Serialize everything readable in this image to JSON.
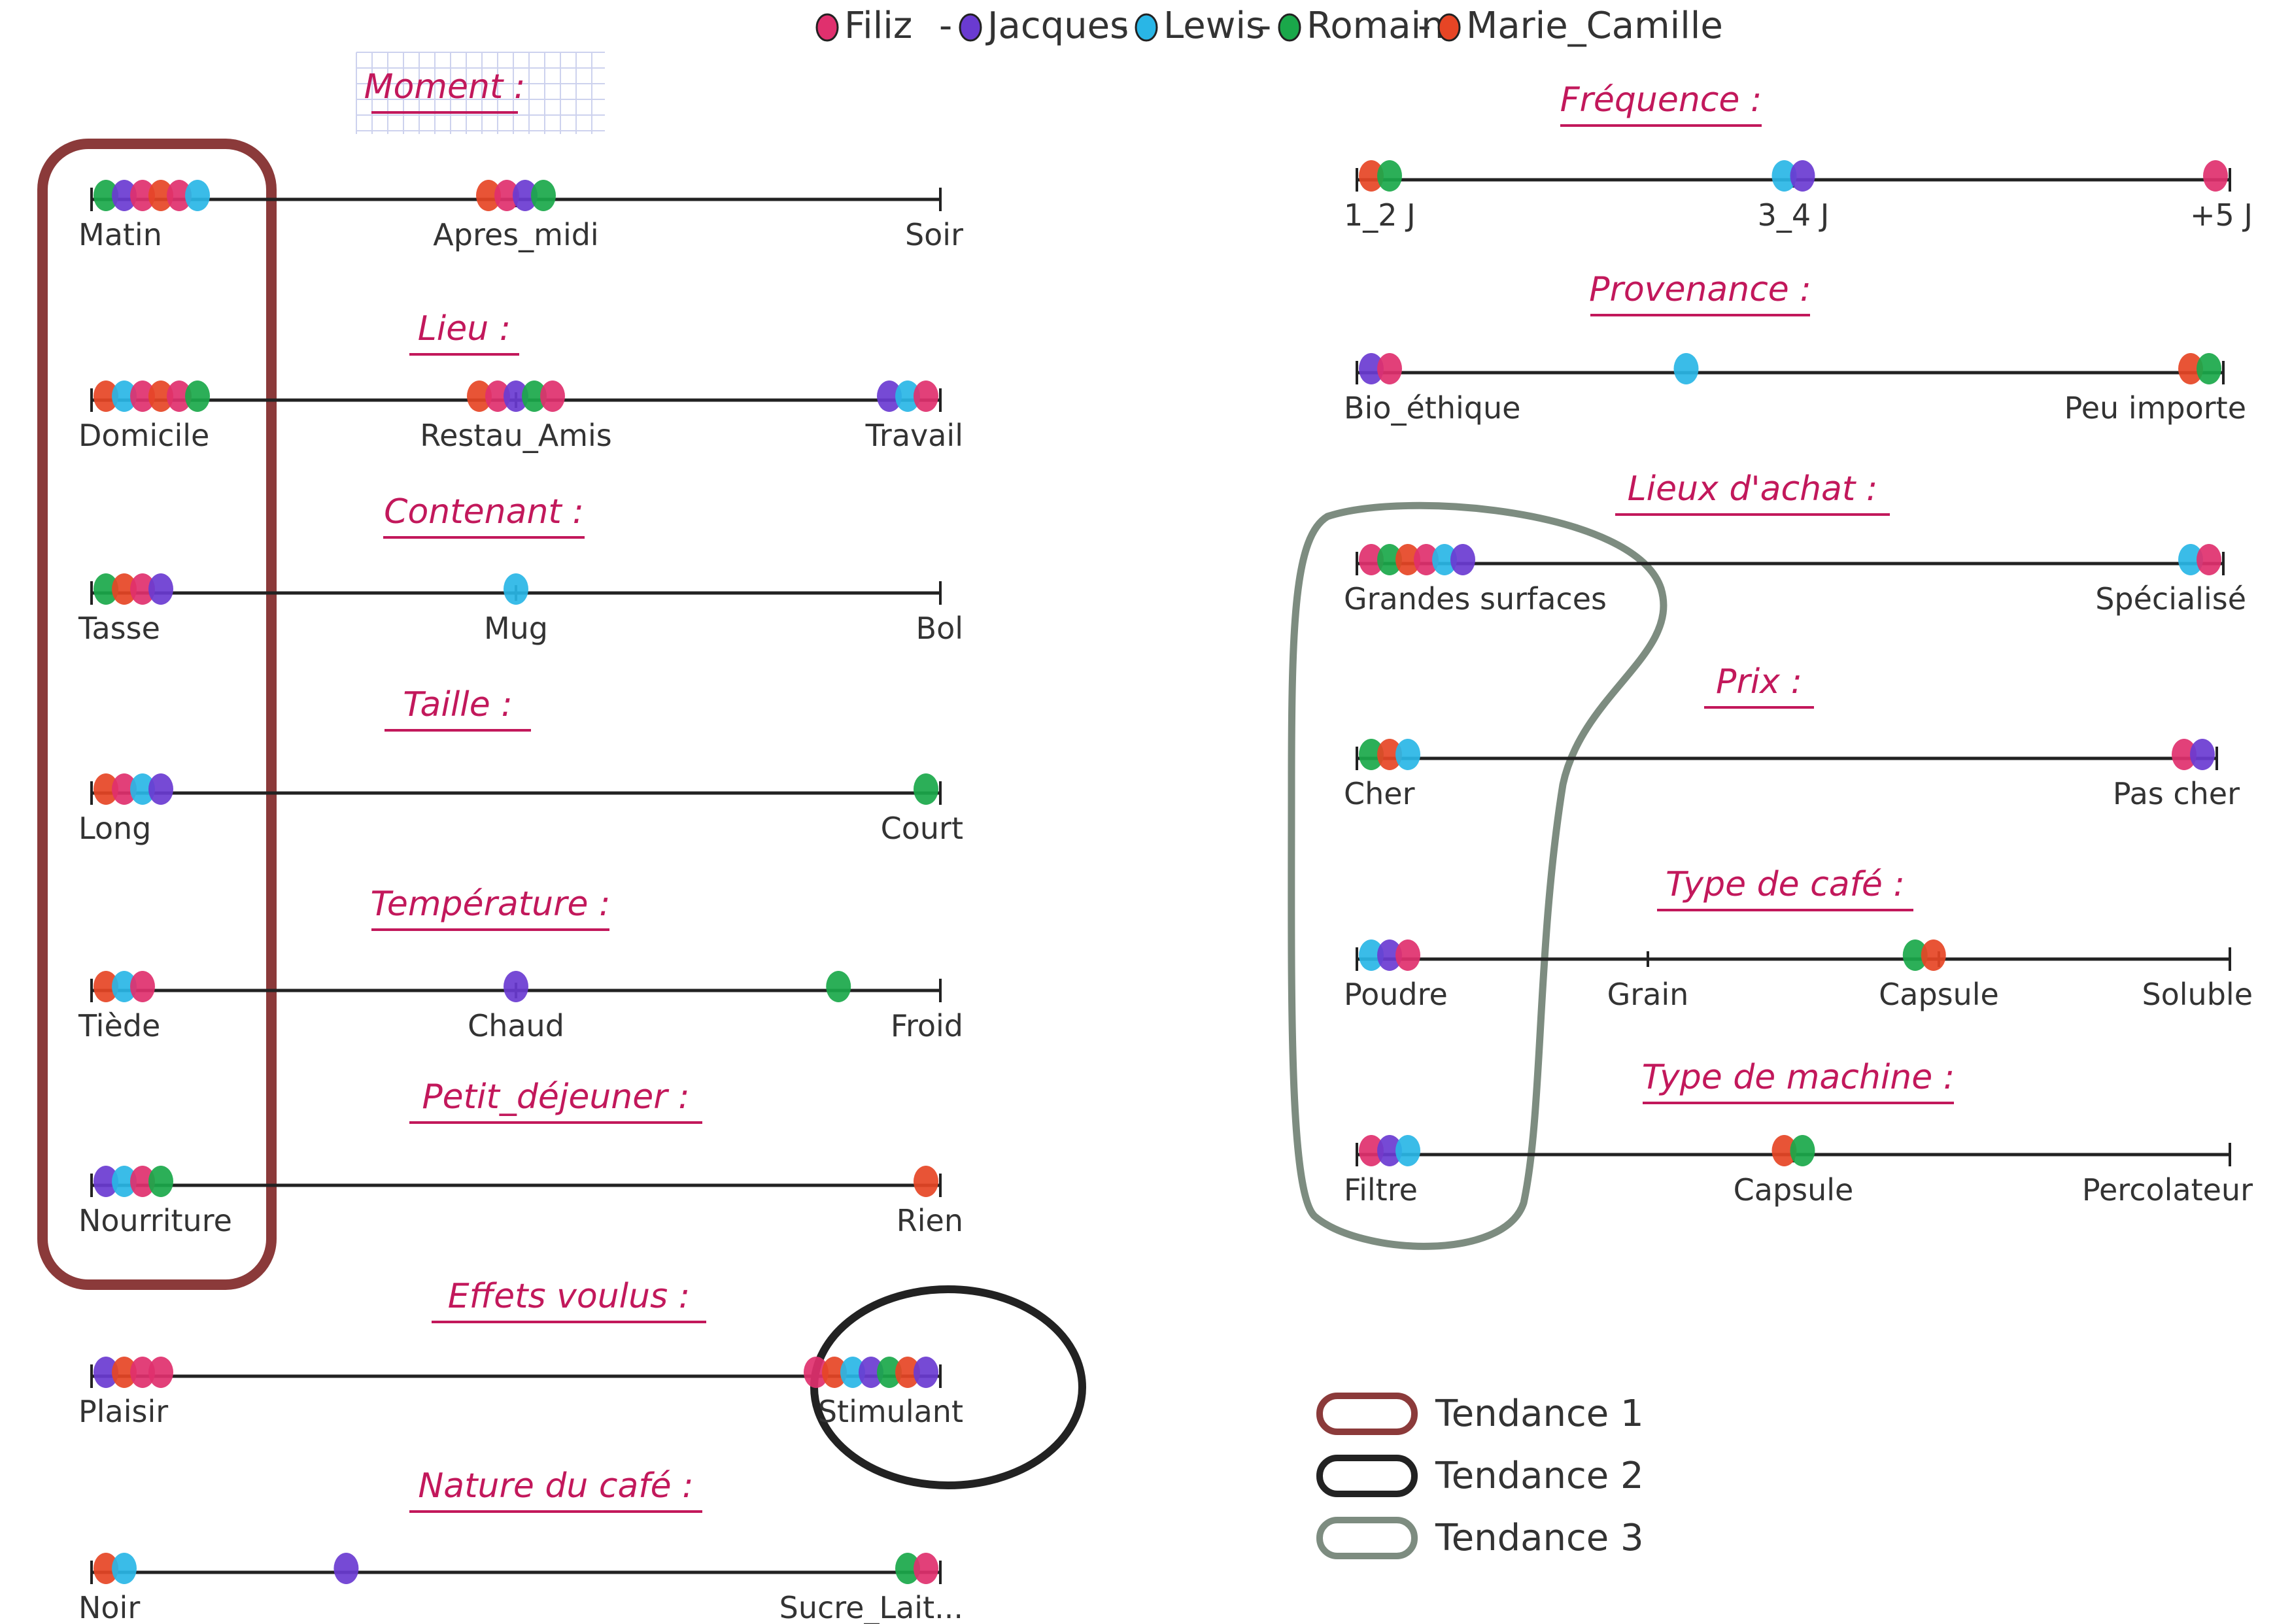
{
  "colors": {
    "Filiz": "#e0306e",
    "Jacques": "#6a3bd1",
    "Lewis": "#29b6e6",
    "Romain": "#1aa84a",
    "Marie-Camille": "#e64525",
    "tendance1": "#8b3a3a",
    "tendance2": "#222222",
    "tendance3": "#7d8c80",
    "header": "#c2185b"
  },
  "legend_people": [
    {
      "key": "Filiz",
      "label": "Filiz"
    },
    {
      "key": "Jacques",
      "label": "Jacques"
    },
    {
      "key": "Lewis",
      "label": "Lewis"
    },
    {
      "key": "Romain",
      "label": "Romain"
    },
    {
      "key": "Marie-Camille",
      "label": "Marie_Camille"
    }
  ],
  "legend_people_separators": [
    "-",
    "-",
    "-",
    "-"
  ],
  "tendances": [
    {
      "label": "Tendance 1",
      "color_key": "tendance1"
    },
    {
      "label": "Tendance 2",
      "color_key": "tendance2"
    },
    {
      "label": "Tendance 3",
      "color_key": "tendance3"
    }
  ],
  "scales": [
    {
      "title": "Moment :",
      "labels": [
        "Matin",
        "Apres_midi",
        "Soir"
      ],
      "dot_groups": [
        {
          "position": 0,
          "people": [
            "Romain",
            "Jacques",
            "Filiz",
            "Marie-Camille",
            "Filiz",
            "Lewis"
          ]
        },
        {
          "position": 0.5,
          "people": [
            "Marie-Camille",
            "Filiz",
            "Jacques",
            "Romain"
          ]
        }
      ]
    },
    {
      "title": "Lieu :",
      "labels": [
        "Domicile",
        "Restau_Amis",
        "Travail"
      ],
      "dot_groups": [
        {
          "position": 0,
          "people": [
            "Marie-Camille",
            "Lewis",
            "Filiz",
            "Marie-Camille",
            "Filiz",
            "Romain"
          ]
        },
        {
          "position": 0.5,
          "people": [
            "Marie-Camille",
            "Filiz",
            "Jacques",
            "Romain",
            "Filiz"
          ]
        },
        {
          "position": 1,
          "people": [
            "Jacques",
            "Lewis",
            "Filiz"
          ]
        }
      ]
    },
    {
      "title": "Contenant :",
      "labels": [
        "Tasse",
        "Mug",
        "Bol"
      ],
      "dot_groups": [
        {
          "position": 0,
          "people": [
            "Romain",
            "Marie-Camille",
            "Filiz",
            "Jacques"
          ]
        },
        {
          "position": 0.5,
          "people": [
            "Lewis"
          ]
        }
      ]
    },
    {
      "title": "Taille :",
      "labels": [
        "Long",
        "Court"
      ],
      "dot_groups": [
        {
          "position": 0,
          "people": [
            "Marie-Camille",
            "Filiz",
            "Lewis",
            "Jacques"
          ]
        },
        {
          "position": 1,
          "people": [
            "Romain"
          ]
        }
      ]
    },
    {
      "title": "Température :",
      "labels": [
        "Tiède",
        "Chaud",
        "Froid"
      ],
      "dot_groups": [
        {
          "position": 0,
          "people": [
            "Marie-Camille",
            "Lewis",
            "Filiz"
          ]
        },
        {
          "position": 0.5,
          "people": [
            "Jacques"
          ]
        },
        {
          "position": 0.88,
          "people": [
            "Romain"
          ]
        }
      ]
    },
    {
      "title": "Petit_déjeuner :",
      "labels": [
        "Nourriture",
        "Rien"
      ],
      "dot_groups": [
        {
          "position": 0,
          "people": [
            "Jacques",
            "Lewis",
            "Filiz",
            "Romain"
          ]
        },
        {
          "position": 1,
          "people": [
            "Marie-Camille"
          ]
        }
      ]
    },
    {
      "title": "Effets voulus :",
      "labels": [
        "Plaisir",
        "Stimulant"
      ],
      "dot_groups": [
        {
          "position": 0,
          "people": [
            "Jacques",
            "Marie-Camille",
            "Filiz",
            "Filiz"
          ]
        },
        {
          "position": 1,
          "people": [
            "Filiz",
            "Marie-Camille",
            "Lewis",
            "Jacques",
            "Romain",
            "Marie-Camille",
            "Jacques"
          ]
        }
      ]
    },
    {
      "title": "Nature du café :",
      "labels": [
        "Noir",
        "Sucre_Lait..."
      ],
      "dot_groups": [
        {
          "position": 0,
          "people": [
            "Marie-Camille",
            "Lewis"
          ]
        },
        {
          "position": 0.3,
          "people": [
            "Jacques"
          ]
        },
        {
          "position": 1,
          "people": [
            "Romain",
            "Filiz"
          ]
        }
      ]
    },
    {
      "title": "Fréquence :",
      "labels": [
        "1_2 J",
        "3_4 J",
        "+5 J"
      ],
      "dot_groups": [
        {
          "position": 0,
          "people": [
            "Marie-Camille",
            "Romain"
          ]
        },
        {
          "position": 0.5,
          "people": [
            "Lewis",
            "Jacques"
          ]
        },
        {
          "position": 1,
          "people": [
            "Filiz"
          ]
        }
      ]
    },
    {
      "title": "Provenance :",
      "labels": [
        "Bio_éthique",
        "Peu importe"
      ],
      "dot_groups": [
        {
          "position": 0,
          "people": [
            "Jacques",
            "Filiz"
          ]
        },
        {
          "position": 0.38,
          "people": [
            "Lewis"
          ]
        },
        {
          "position": 1,
          "people": [
            "Marie-Camille",
            "Romain"
          ]
        }
      ]
    },
    {
      "title": "Lieux d'achat :",
      "labels": [
        "Grandes surfaces",
        "Spécialisé"
      ],
      "dot_groups": [
        {
          "position": 0,
          "people": [
            "Filiz",
            "Romain",
            "Marie-Camille",
            "Filiz",
            "Lewis",
            "Jacques"
          ]
        },
        {
          "position": 1,
          "people": [
            "Lewis",
            "Filiz"
          ]
        }
      ]
    },
    {
      "title": "Prix :",
      "labels": [
        "Cher",
        "Pas cher"
      ],
      "dot_groups": [
        {
          "position": 0,
          "people": [
            "Romain",
            "Marie-Camille",
            "Lewis"
          ]
        },
        {
          "position": 1,
          "people": [
            "Filiz",
            "Jacques"
          ]
        }
      ]
    },
    {
      "title": "Type de café :",
      "labels": [
        "Poudre",
        "Grain",
        "Capsule",
        "Soluble"
      ],
      "dot_groups": [
        {
          "position": 0,
          "people": [
            "Lewis",
            "Jacques",
            "Filiz"
          ]
        },
        {
          "position": 0.65,
          "people": [
            "Romain",
            "Marie-Camille"
          ]
        }
      ]
    },
    {
      "title": "Type de machine :",
      "labels": [
        "Filtre",
        "Capsule",
        "Percolateur"
      ],
      "dot_groups": [
        {
          "position": 0,
          "people": [
            "Filiz",
            "Jacques",
            "Lewis"
          ]
        },
        {
          "position": 0.5,
          "people": [
            "Marie-Camille",
            "Romain"
          ]
        }
      ]
    }
  ]
}
